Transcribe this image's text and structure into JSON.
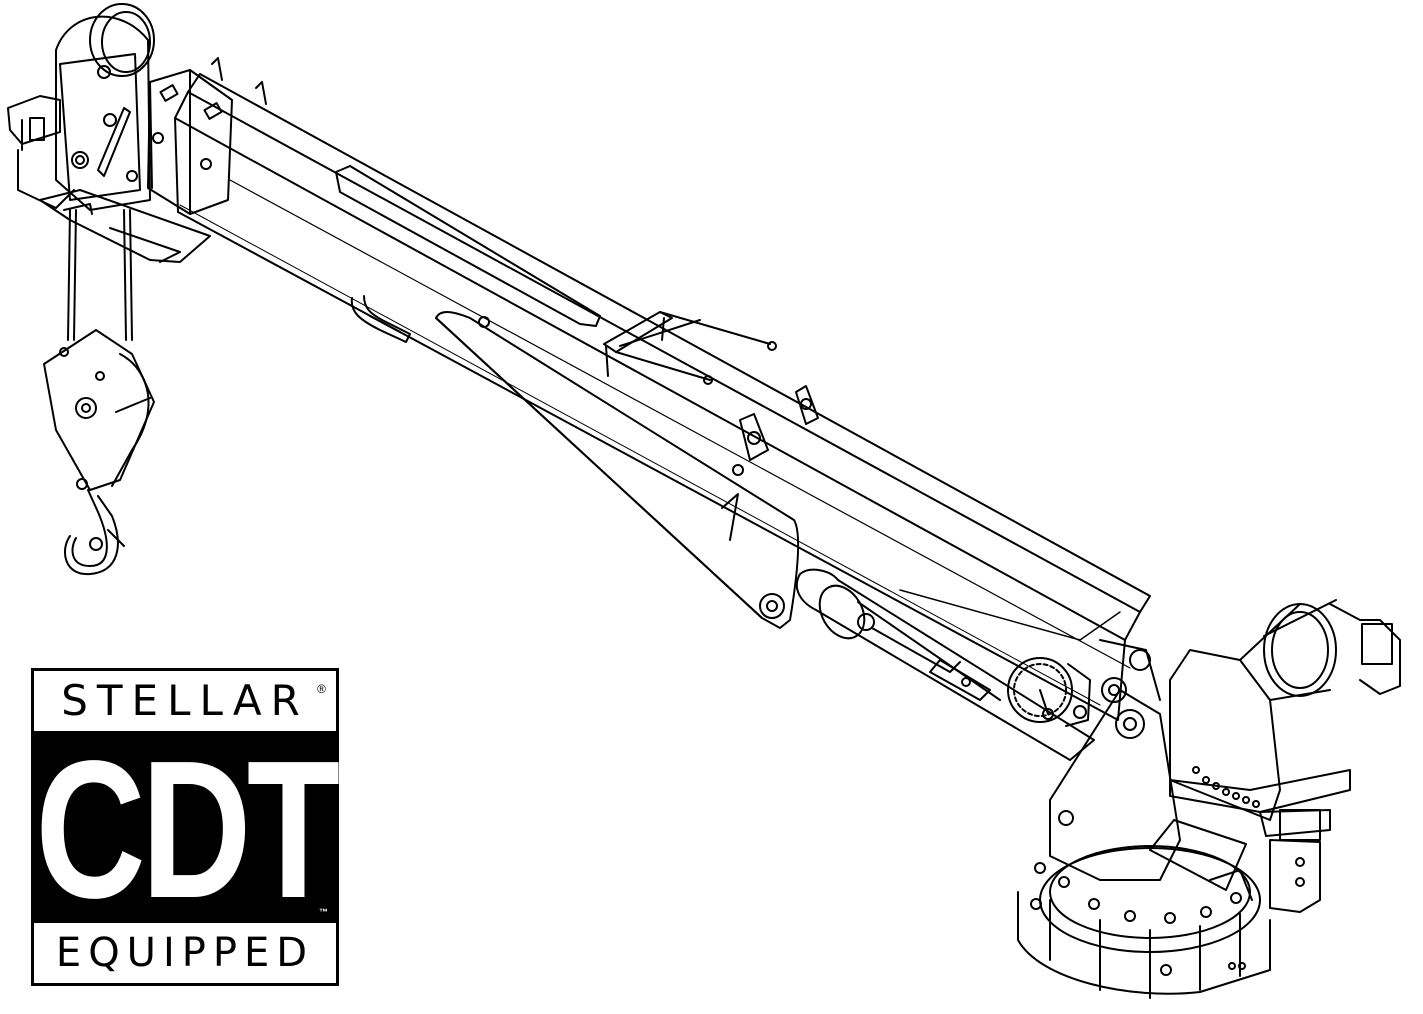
{
  "logo": {
    "top_text": "STELLAR",
    "registered_mark": "®",
    "main_text": "CDT",
    "trademark_mark": "™",
    "bottom_text": "EQUIPPED"
  },
  "colors": {
    "line": "#000000",
    "background": "#ffffff"
  }
}
